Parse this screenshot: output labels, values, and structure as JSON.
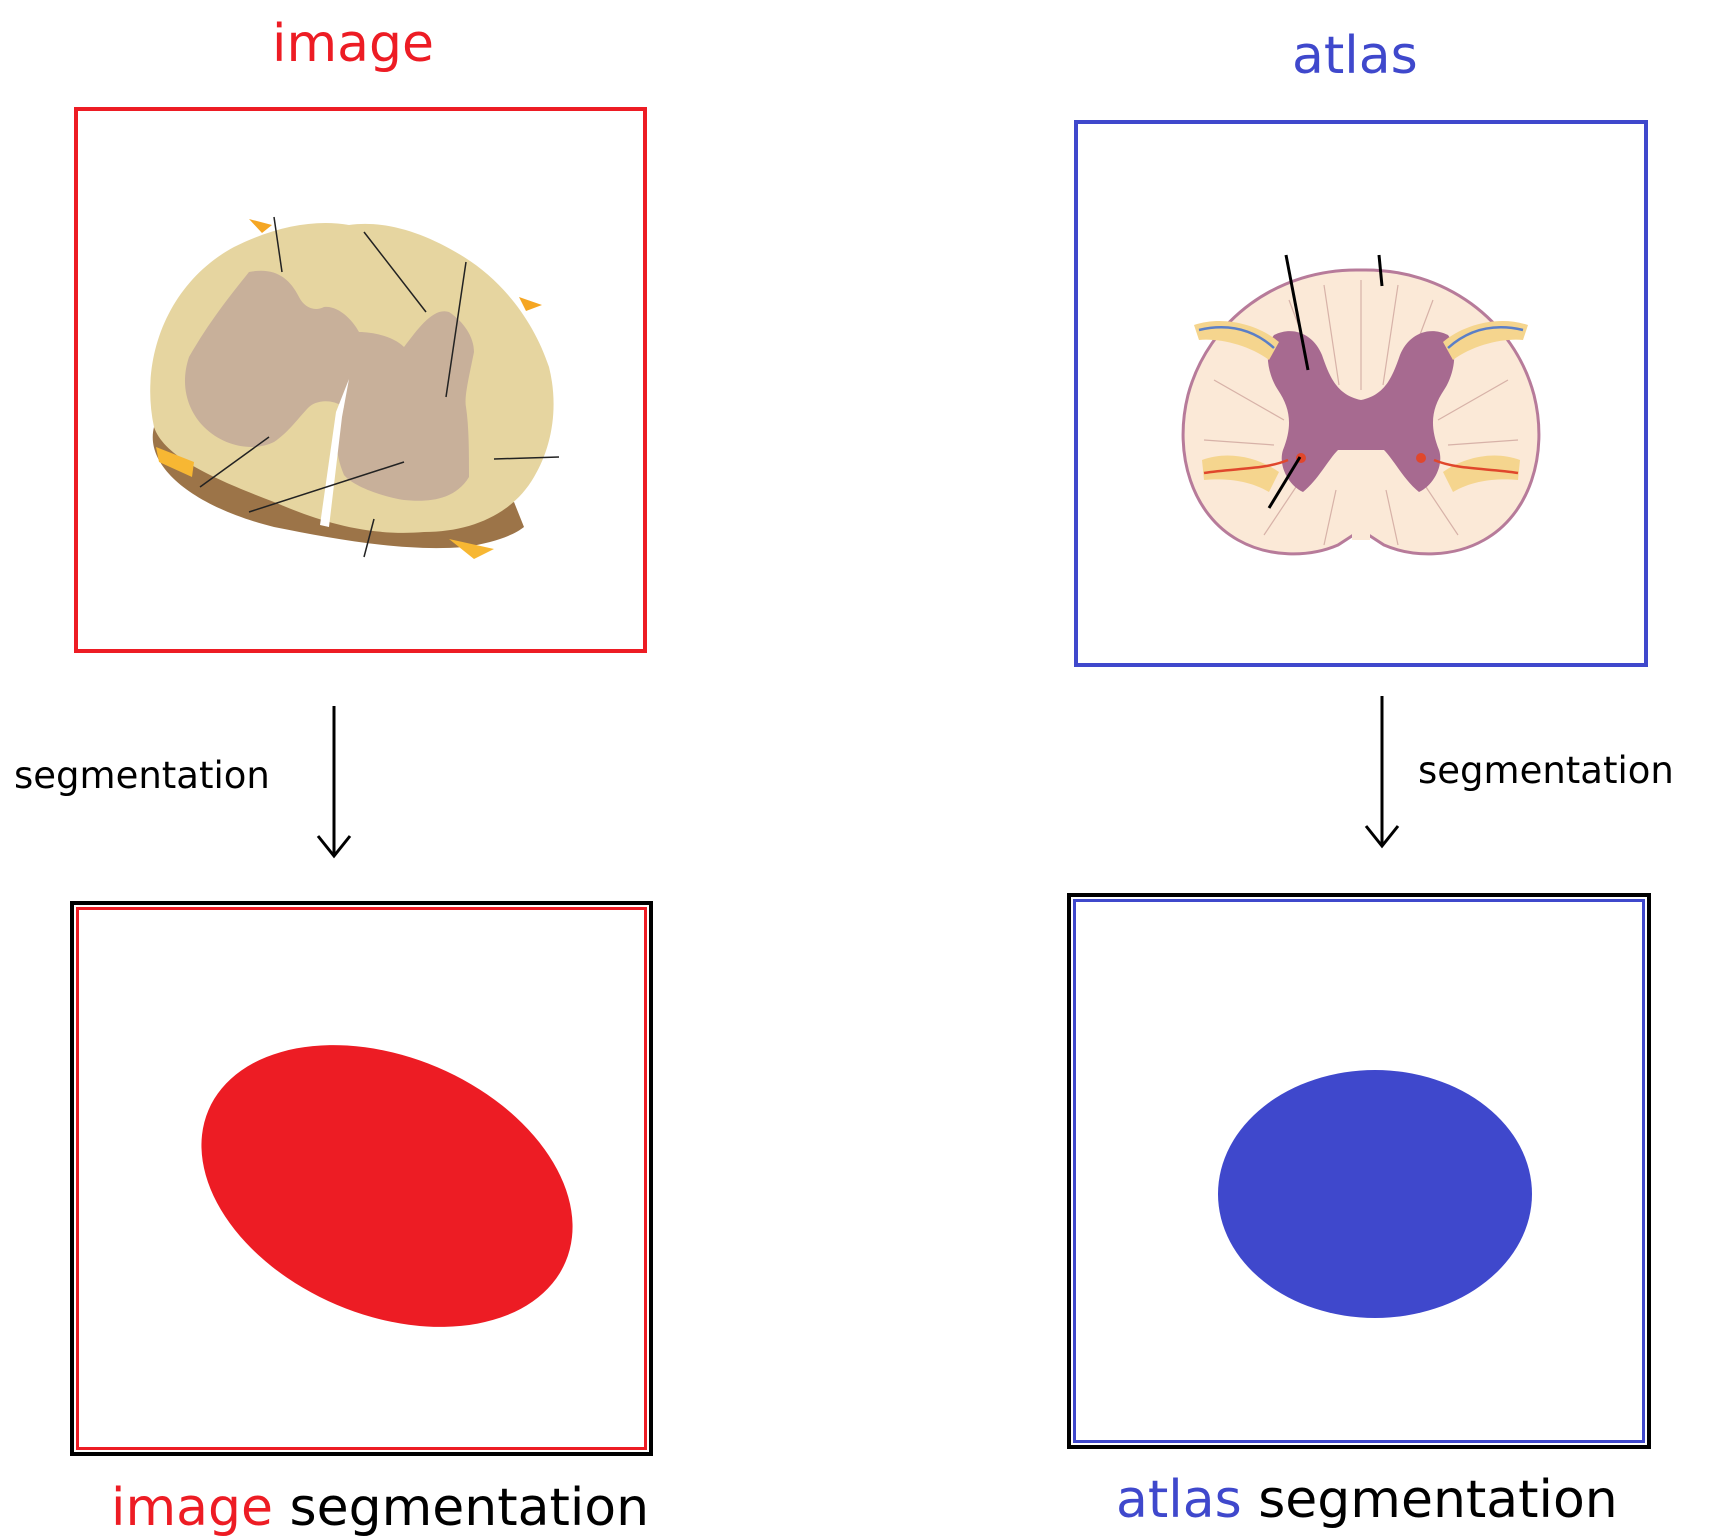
{
  "left": {
    "title": "image",
    "arrow_label": "segmentation",
    "caption_colored": "image",
    "caption_rest": " segmentation"
  },
  "right": {
    "title": "atlas",
    "arrow_label": "segmentation",
    "caption_colored": "atlas",
    "caption_rest": " segmentation"
  },
  "colors": {
    "image_red": "#ed1c24",
    "atlas_blue": "#3f48cc",
    "outer_border": "#000000"
  }
}
